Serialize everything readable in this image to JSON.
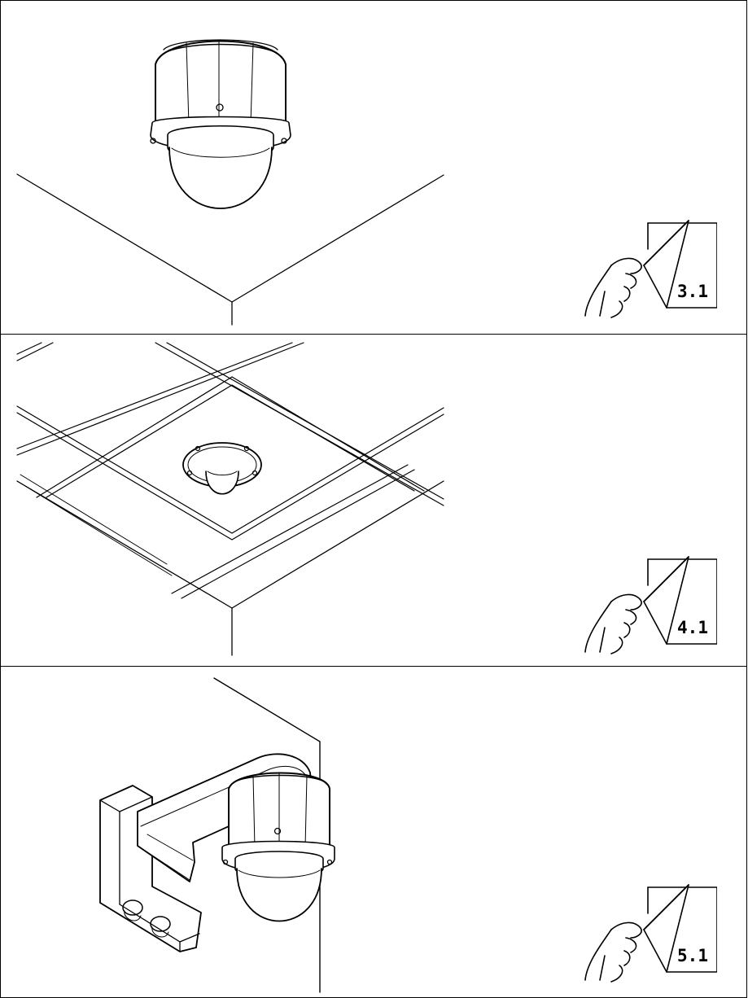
{
  "panels": [
    {
      "reference": "3.1",
      "scene": "ceiling-pendant-mount",
      "icon": "hand-turning-page-icon"
    },
    {
      "reference": "4.1",
      "scene": "drop-ceiling-recessed-mount",
      "icon": "hand-turning-page-icon"
    },
    {
      "reference": "5.1",
      "scene": "wall-bracket-mount",
      "icon": "hand-turning-page-icon"
    }
  ],
  "colors": {
    "line": "#000000",
    "background": "#ffffff"
  }
}
